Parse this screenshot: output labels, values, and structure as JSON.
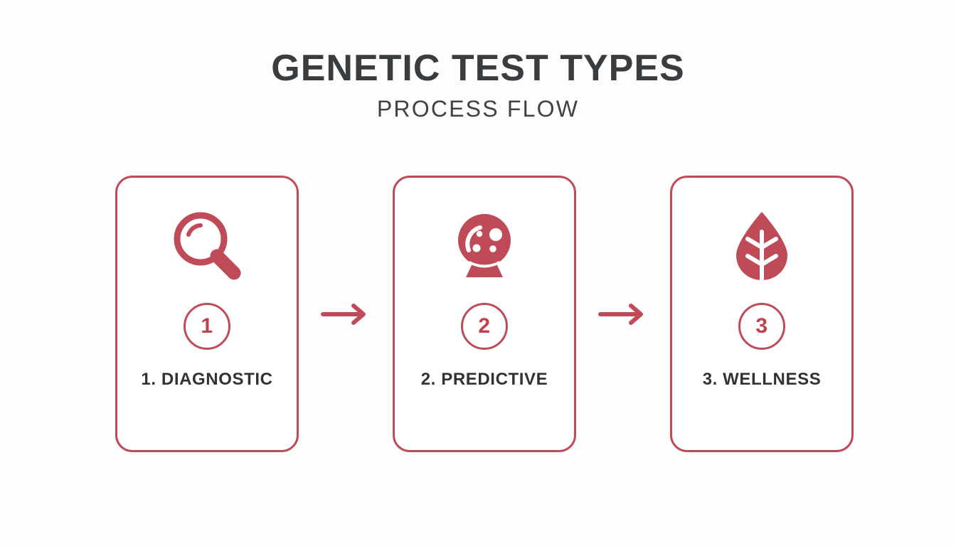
{
  "header": {
    "title": "GENETIC TEST TYPES",
    "subtitle": "PROCESS FLOW"
  },
  "theme": {
    "background": "#fdfdfd",
    "accent_red": "#c04b58",
    "accent_red_dark": "#c0404e",
    "text_dark": "#303336",
    "title_color": "#3a3d40",
    "card_fill": "#ffffff"
  },
  "flow": {
    "steps": [
      {
        "number": "1",
        "label": "1. DIAGNOSTIC",
        "icon": "magnifying-glass-icon",
        "icon_style": "outline"
      },
      {
        "number": "2",
        "label": "2. PREDICTIVE",
        "icon": "crystal-ball-icon",
        "icon_style": "solid"
      },
      {
        "number": "3",
        "label": "3. WELLNESS",
        "icon": "leaf-icon",
        "icon_style": "solid"
      }
    ],
    "connectors": [
      {
        "direction": "right",
        "icon": "arrow-right-icon"
      },
      {
        "direction": "right",
        "icon": "arrow-right-icon"
      }
    ]
  }
}
